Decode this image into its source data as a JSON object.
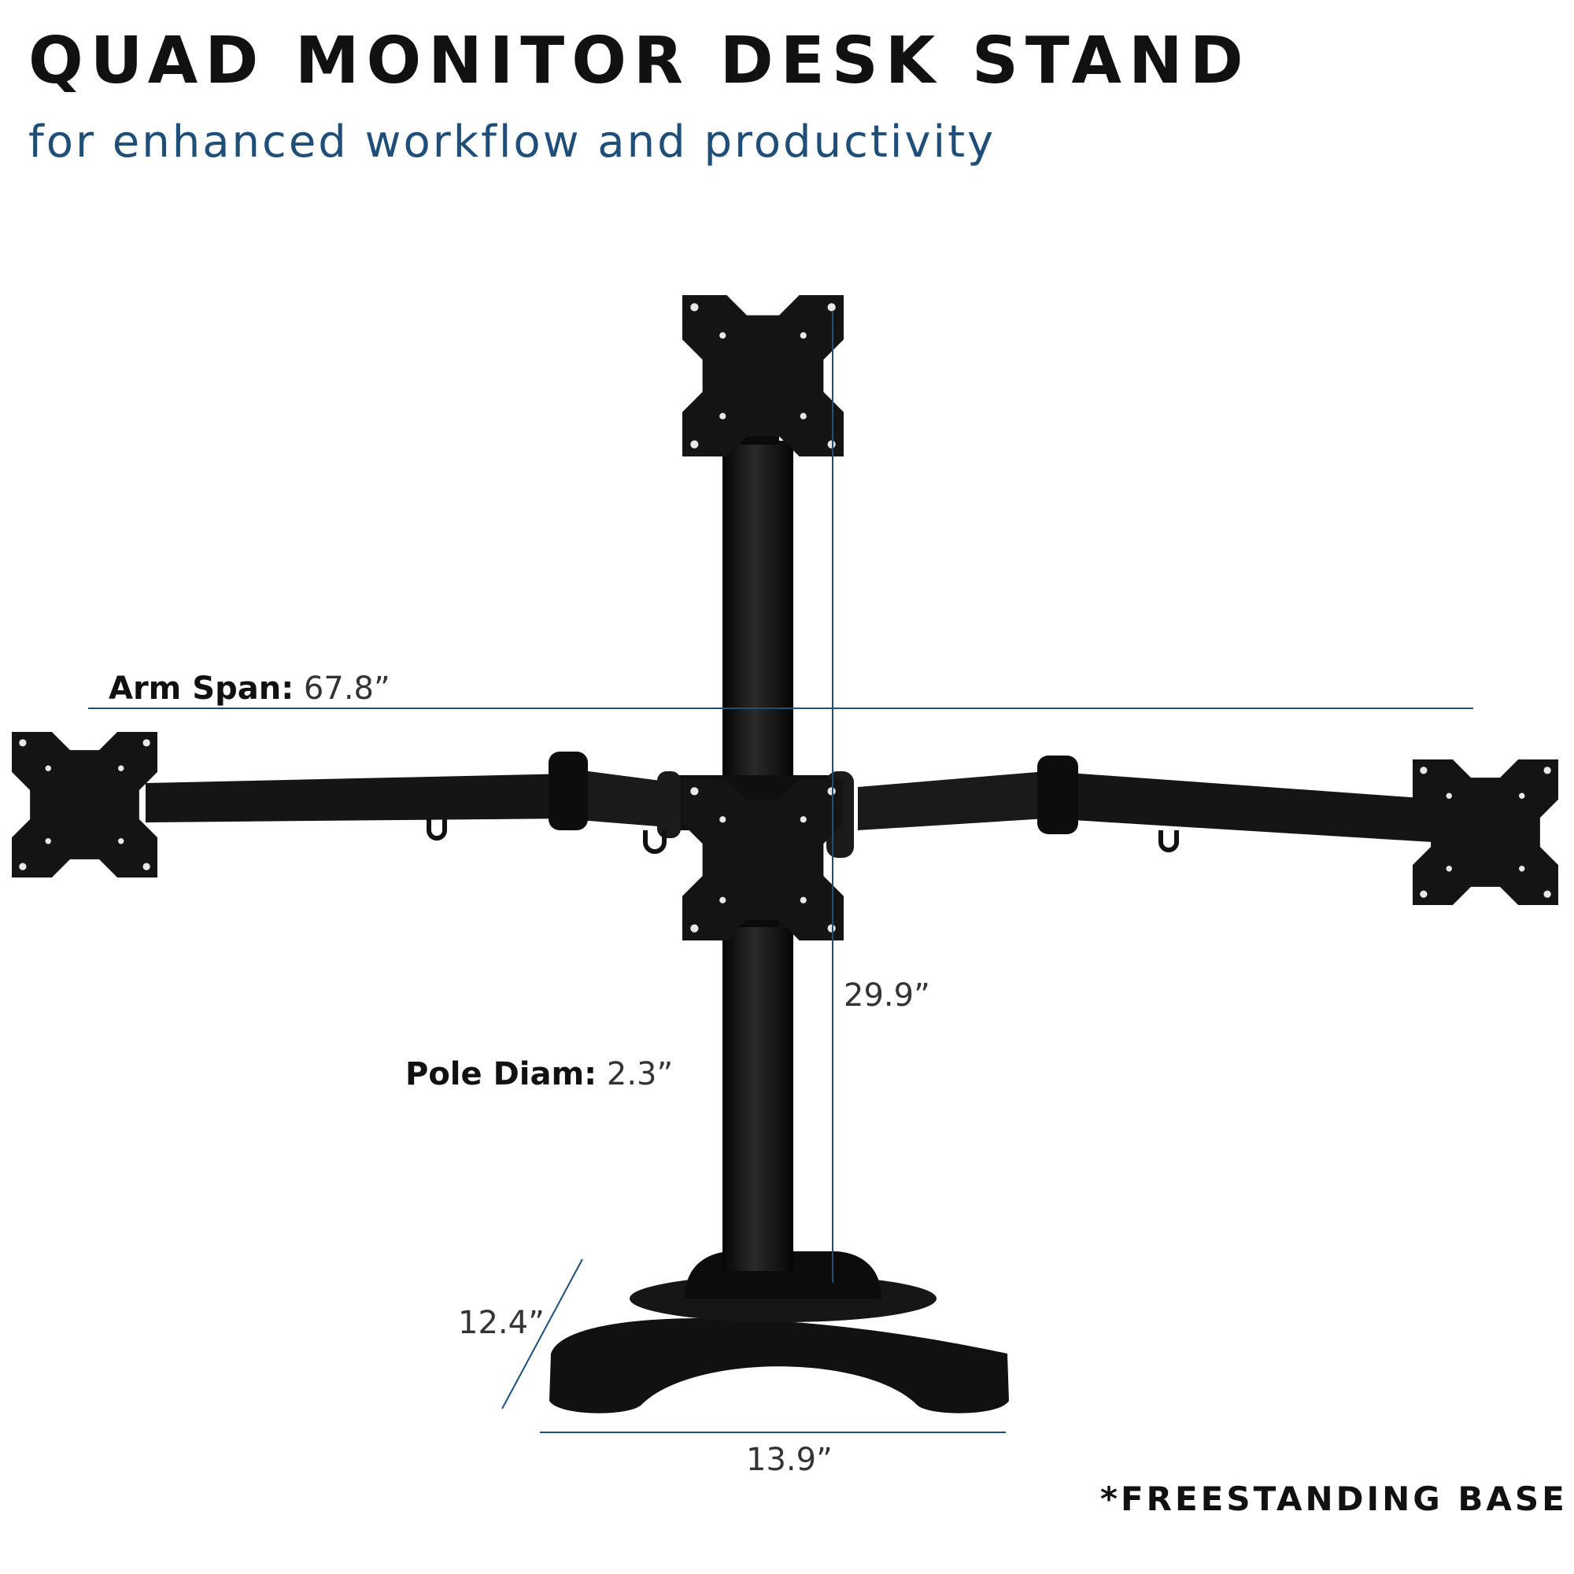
{
  "header": {
    "title": "QUAD MONITOR DESK STAND",
    "subtitle": "for enhanced workflow and productivity"
  },
  "dimensions": {
    "arm_span": {
      "label": "Arm Span:",
      "value": "67.8”"
    },
    "height": {
      "value": "29.9”"
    },
    "pole_diameter": {
      "label": "Pole Diam:",
      "value": "2.3”"
    },
    "base_depth": {
      "value": "12.4”"
    },
    "base_width": {
      "value": "13.9”"
    }
  },
  "footnote": "*FREESTANDING BASE",
  "colors": {
    "dimension_line": "#1f4e79",
    "subtitle": "#1f4e79",
    "product": "#111111"
  }
}
